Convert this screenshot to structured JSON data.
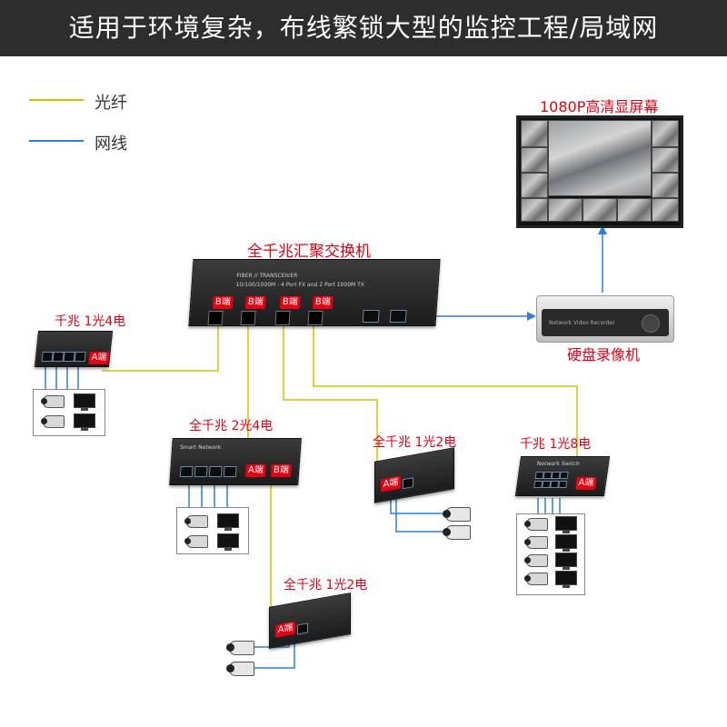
{
  "banner": {
    "title": "适用于环境复杂，布线繁锁大型的监控工程/局域网"
  },
  "legend": {
    "fiber": {
      "label": "光纤",
      "color": "#d4c200"
    },
    "cable": {
      "label": "网线",
      "color": "#2f7fd6"
    }
  },
  "colors": {
    "label_red": "#e60012",
    "arrow_blue": "#2f7fd6"
  },
  "core_switch": {
    "title": "全千兆汇聚交换机",
    "port_labels": [
      "B端",
      "B端",
      "B端",
      "B端"
    ],
    "panel_text": [
      "FIBER // TRANSCEIVER",
      "10/100/1000M : 4 Port FX and 2 Port 1000M TX"
    ]
  },
  "screen": {
    "title": "1080P高清显屏幕"
  },
  "dvr": {
    "title": "硬盘录像机",
    "panel_text": "Network Video Recorder"
  },
  "switch_1f4e": {
    "title": "千兆 1光4电",
    "port_label": "A端"
  },
  "switch_2f4e": {
    "title": "全千兆 2光4电",
    "port_labels": [
      "A端",
      "B端"
    ],
    "panel_text": "Smart Network"
  },
  "switch_1f2e_mid": {
    "title": "全千兆 1光2电",
    "port_label": "A端"
  },
  "switch_1f8e": {
    "title": "千兆 1光8电",
    "port_label": "A端",
    "panel_text": "Network Switch"
  },
  "switch_1f2e_bottom": {
    "title": "全千兆 1光2电",
    "port_label": "A端"
  },
  "icons": [
    "fiber-line-icon",
    "cable-line-icon",
    "camera-icon",
    "monitor-icon",
    "arrow-up-icon",
    "arrow-right-icon"
  ]
}
